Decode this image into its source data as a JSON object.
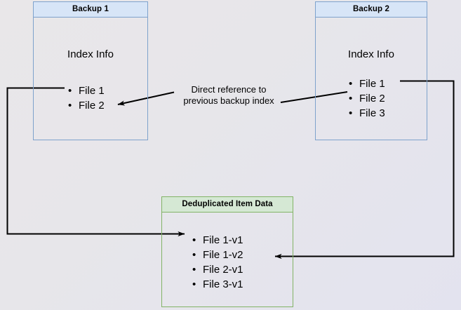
{
  "diagram": {
    "title": "Backup deduplication index reference diagram",
    "background_from": "#e9e7e9",
    "background_to": "#e3e3ef",
    "blue_fill": "#d7e5f7",
    "blue_stroke": "#7ea2cc",
    "green_fill": "#d5e8d4",
    "green_stroke": "#82b366",
    "line_color": "#000000"
  },
  "backup1": {
    "header": "Backup 1",
    "subtitle": "Index Info",
    "files": [
      "File 1",
      "File 2"
    ]
  },
  "backup2": {
    "header": "Backup 2",
    "subtitle": "Index Info",
    "files": [
      "File 1",
      "File 2",
      "File 3"
    ]
  },
  "dedup": {
    "header": "Deduplicated Item Data",
    "items": [
      "File 1-v1",
      "File 1-v2",
      "File 2-v1",
      "File 3-v1"
    ]
  },
  "caption": {
    "line1": "Direct reference to",
    "line2": "previous backup index"
  },
  "connectors": [
    {
      "name": "backup1-file1-to-dedup-file1v1",
      "from": "Backup 1 / File 1",
      "to": "Deduplicated Item Data / File 1-v1",
      "arrowhead": "end"
    },
    {
      "name": "backup2-file1-to-dedup-file1v2",
      "from": "Backup 2 / File 1",
      "to": "Deduplicated Item Data / File 1-v2",
      "arrowhead": "end"
    },
    {
      "name": "caption-to-backup1-file2",
      "from": "Direct reference to previous backup index",
      "to": "Backup 1 / File 2",
      "arrowhead": "end"
    },
    {
      "name": "backup2-file2-to-caption",
      "from": "Backup 2 / File 2",
      "to": "Direct reference to previous backup index",
      "arrowhead": "none"
    }
  ]
}
